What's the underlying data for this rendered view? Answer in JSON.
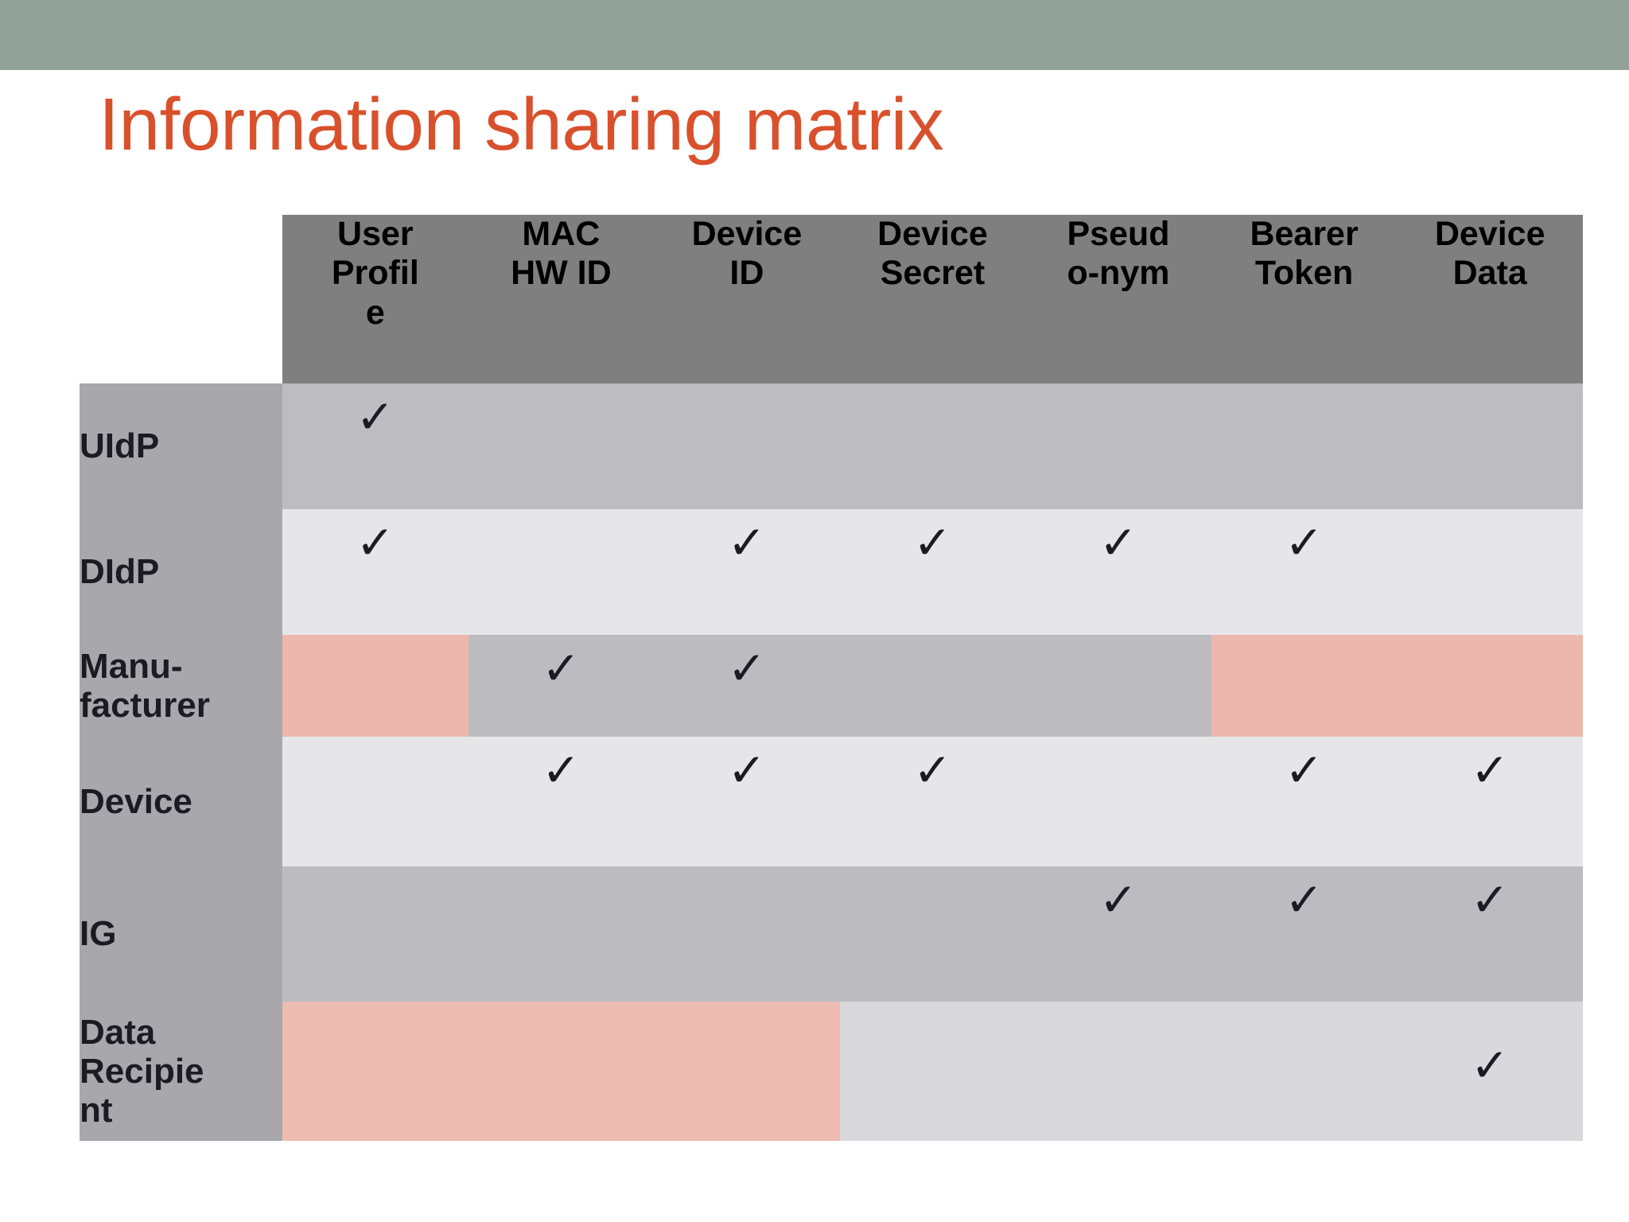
{
  "slide": {
    "title": "Information sharing matrix",
    "banner_color": "#93a29b",
    "title_color": "#d9512c"
  },
  "chart_data": {
    "type": "table",
    "title": "Information sharing matrix",
    "columns": [
      "User Profile",
      "MAC HW ID",
      "Device ID",
      "Device Secret",
      "Pseudo-nym",
      "Bearer Token",
      "Device Data"
    ],
    "column_lines": [
      [
        "User",
        "Profil",
        "e"
      ],
      [
        "MAC",
        "HW ID"
      ],
      [
        "Device",
        "ID"
      ],
      [
        "Device",
        "Secret"
      ],
      [
        "Pseud",
        "o-nym"
      ],
      [
        "Bearer",
        "Token"
      ],
      [
        "Device",
        "Data"
      ]
    ],
    "rows": [
      {
        "label": "UIdP",
        "label_lines": [
          "UIdP"
        ],
        "marks": [
          true,
          false,
          false,
          false,
          false,
          false,
          false
        ],
        "highlight": [
          false,
          false,
          false,
          false,
          false,
          false,
          false
        ]
      },
      {
        "label": "DIdP",
        "label_lines": [
          "DIdP"
        ],
        "marks": [
          true,
          false,
          true,
          true,
          true,
          true,
          false
        ],
        "highlight": [
          false,
          false,
          false,
          false,
          false,
          false,
          false
        ]
      },
      {
        "label": "Manu-facturer",
        "label_lines": [
          "Manu-",
          "facturer"
        ],
        "marks": [
          false,
          true,
          true,
          false,
          false,
          false,
          false
        ],
        "highlight": [
          true,
          false,
          false,
          false,
          false,
          true,
          true
        ]
      },
      {
        "label": "Device",
        "label_lines": [
          "Device"
        ],
        "marks": [
          false,
          true,
          true,
          true,
          false,
          true,
          true
        ],
        "highlight": [
          false,
          false,
          false,
          false,
          false,
          false,
          false
        ]
      },
      {
        "label": "IG",
        "label_lines": [
          "IG"
        ],
        "marks": [
          false,
          false,
          false,
          false,
          true,
          true,
          true
        ],
        "highlight": [
          false,
          false,
          false,
          false,
          false,
          false,
          false
        ]
      },
      {
        "label": "Data Recipient",
        "label_lines": [
          "Data",
          "Recipie",
          "nt"
        ],
        "marks": [
          false,
          false,
          false,
          false,
          false,
          false,
          true
        ],
        "highlight": [
          true,
          true,
          true,
          false,
          false,
          false,
          false
        ]
      }
    ],
    "check_glyph": "✓",
    "header_bg": "#7f7f7f",
    "row_label_bg": "#a8a8ac",
    "highlight_color": "#eeb7ae",
    "band_colors": [
      "#bdbdc1",
      "#e6e6e9"
    ]
  }
}
